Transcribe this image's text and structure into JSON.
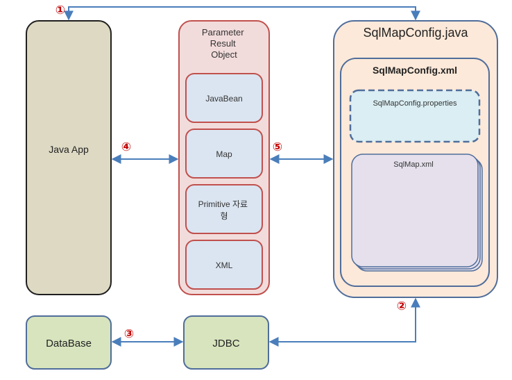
{
  "java_app": {
    "label": "Java App"
  },
  "transfer_object": {
    "title_lines": [
      "Parameter",
      "Result",
      "Object"
    ],
    "items": [
      {
        "lines": [
          "JavaBean"
        ]
      },
      {
        "lines": [
          "Map"
        ]
      },
      {
        "lines": [
          "Primitive 자료",
          "형"
        ]
      },
      {
        "lines": [
          "XML"
        ]
      }
    ]
  },
  "sqlmap_config_java": {
    "label": "SqlMapConfig.java"
  },
  "sqlmap_config_xml": {
    "label": "SqlMapConfig.xml"
  },
  "sqlmap_properties": {
    "label": "SqlMapConfig.properties"
  },
  "sqlmap_xml": {
    "label": "SqlMap.xml"
  },
  "database": {
    "label": "DataBase"
  },
  "jdbc": {
    "label": "JDBC"
  },
  "steps": {
    "s1": "①",
    "s2": "②",
    "s3": "③",
    "s4": "④",
    "s5": "⑤"
  },
  "colors": {
    "java_app_fill": "#ddd9c3",
    "java_app_stroke": "#1f1f1f",
    "pink_fill": "#f2dcdb",
    "pink_stroke": "#c0504d",
    "item_fill": "#dbe5f1",
    "config_fill": "#fde9d9",
    "config_stroke": "#4f6d9b",
    "props_fill": "#daeef3",
    "sqlmap_fill": "#e5e0ec",
    "green_fill": "#d7e4bd",
    "green_stroke": "#4f6d9b",
    "arrow": "#4a7ebb",
    "step_red": "#c00000"
  }
}
